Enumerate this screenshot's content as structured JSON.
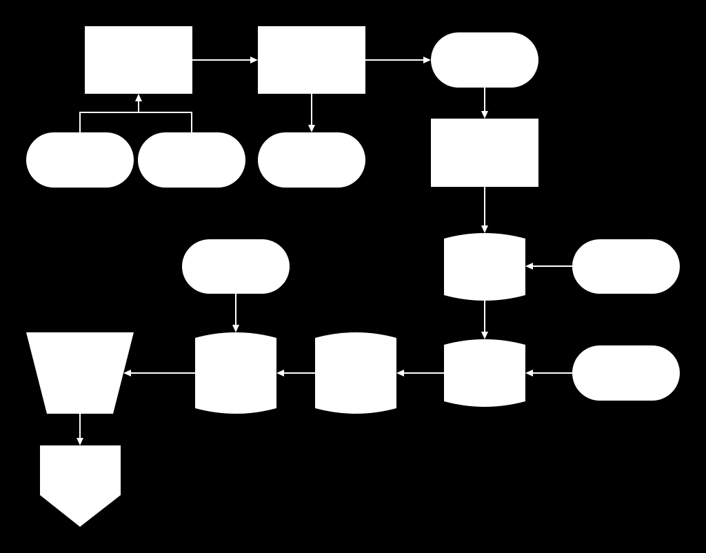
{
  "colors": {
    "background": "#000000",
    "node_fill": "#ffffff",
    "edge_stroke": "#ffffff"
  },
  "diagram": {
    "type": "flowchart",
    "nodes": [
      {
        "id": "process-a",
        "shape": "rectangle",
        "label": ""
      },
      {
        "id": "process-b",
        "shape": "rectangle",
        "label": ""
      },
      {
        "id": "terminal-a",
        "shape": "rounded",
        "label": ""
      },
      {
        "id": "terminal-b",
        "shape": "rounded",
        "label": ""
      },
      {
        "id": "terminal-c",
        "shape": "rounded",
        "label": ""
      },
      {
        "id": "terminal-d",
        "shape": "rounded",
        "label": ""
      },
      {
        "id": "process-c",
        "shape": "rectangle",
        "label": ""
      },
      {
        "id": "store-a",
        "shape": "cylinder",
        "label": ""
      },
      {
        "id": "terminal-e",
        "shape": "rounded",
        "label": ""
      },
      {
        "id": "terminal-f",
        "shape": "rounded",
        "label": ""
      },
      {
        "id": "store-b",
        "shape": "cylinder",
        "label": ""
      },
      {
        "id": "store-c",
        "shape": "cylinder",
        "label": ""
      },
      {
        "id": "store-d",
        "shape": "cylinder",
        "label": ""
      },
      {
        "id": "terminal-g",
        "shape": "rounded",
        "label": ""
      },
      {
        "id": "manual-op",
        "shape": "trapezoid",
        "label": ""
      },
      {
        "id": "offpage",
        "shape": "pentagon",
        "label": ""
      }
    ],
    "edges": [
      {
        "from": "process-a",
        "to": "process-b"
      },
      {
        "from": "process-b",
        "to": "terminal-a"
      },
      {
        "from": "process-b",
        "to": "terminal-d"
      },
      {
        "from": "terminal-b",
        "to": "process-a"
      },
      {
        "from": "terminal-c",
        "to": "process-a"
      },
      {
        "from": "terminal-a",
        "to": "process-c"
      },
      {
        "from": "process-c",
        "to": "store-a"
      },
      {
        "from": "terminal-e",
        "to": "store-a"
      },
      {
        "from": "store-a",
        "to": "store-b"
      },
      {
        "from": "terminal-f",
        "to": "store-b"
      },
      {
        "from": "store-b",
        "to": "store-c"
      },
      {
        "from": "store-c",
        "to": "store-d"
      },
      {
        "from": "terminal-g",
        "to": "store-d"
      },
      {
        "from": "store-d",
        "to": "manual-op"
      },
      {
        "from": "manual-op",
        "to": "offpage"
      }
    ]
  }
}
